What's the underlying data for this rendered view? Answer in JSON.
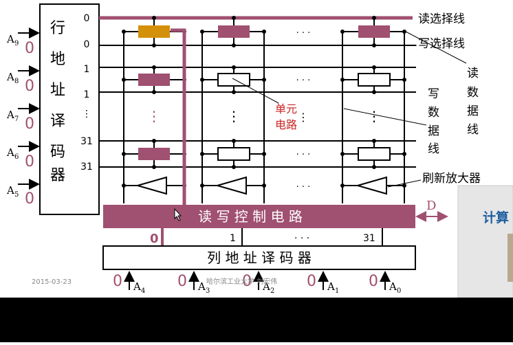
{
  "slide": {
    "date": "2015-03-23",
    "footer": "哈尔滨工业大学 刘宏伟",
    "colors": {
      "accent": "#a05070",
      "cell_selected": "#d4900a",
      "red_label": "#cc2222",
      "black": "#000000",
      "bottom_bar": "#000000"
    }
  },
  "row_decoder": {
    "chars": [
      "行",
      "地",
      "址",
      "译",
      "码",
      "器"
    ],
    "inputs": [
      {
        "label": "A",
        "sub": "9",
        "value": "0"
      },
      {
        "label": "A",
        "sub": "8",
        "value": "0"
      },
      {
        "label": "A",
        "sub": "7",
        "value": "0"
      },
      {
        "label": "A",
        "sub": "6",
        "value": "0"
      },
      {
        "label": "A",
        "sub": "5",
        "value": "0"
      }
    ],
    "outputs": [
      "0",
      "0",
      "1",
      "1",
      "⋮",
      "31",
      "31"
    ]
  },
  "labels": {
    "read_select": "读选择线",
    "write_select": "写选择线",
    "read_data": [
      "读",
      "数",
      "据",
      "线"
    ],
    "write_data": [
      "写",
      "数",
      "据",
      "线"
    ],
    "cell": [
      "单元",
      "电路"
    ],
    "refresh_amp": "刷新放大器",
    "rw_control": "读 写 控 制 电 路",
    "col_decoder": "列 地 址 译 码 器",
    "data_port": "D",
    "dots_h": "· · ·",
    "dots_v": "⋮"
  },
  "col_decoder": {
    "outputs": [
      "0",
      "1",
      "· · ·",
      "31"
    ],
    "inputs": [
      {
        "value": "0",
        "label": "A",
        "sub": "4"
      },
      {
        "value": "0",
        "label": "A",
        "sub": "3"
      },
      {
        "value": "0",
        "label": "A",
        "sub": "2"
      },
      {
        "value": "0",
        "label": "A",
        "sub": "1"
      },
      {
        "value": "0",
        "label": "A",
        "sub": "0"
      }
    ]
  },
  "video": {
    "caption": "计算"
  }
}
